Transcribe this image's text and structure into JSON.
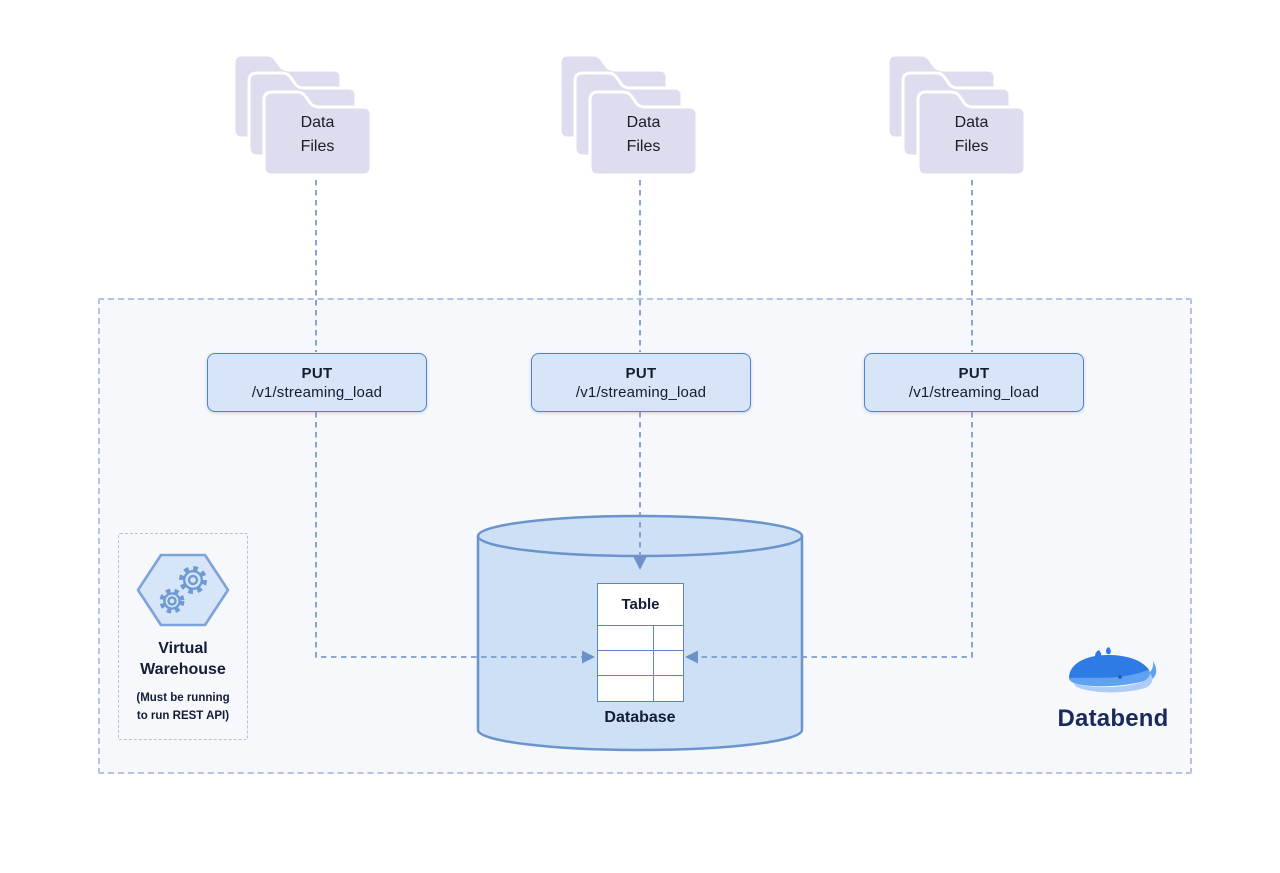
{
  "folders": [
    {
      "label": "Data\nFiles"
    },
    {
      "label": "Data\nFiles"
    },
    {
      "label": "Data\nFiles"
    }
  ],
  "endpoints": [
    {
      "method": "PUT",
      "path": "/v1/streaming_load"
    },
    {
      "method": "PUT",
      "path": "/v1/streaming_load"
    },
    {
      "method": "PUT",
      "path": "/v1/streaming_load"
    }
  ],
  "warehouse": {
    "title": "Virtual Warehouse",
    "note_lines": [
      "(Must be running",
      "to run REST API)"
    ]
  },
  "database": {
    "table_label": "Table",
    "database_label": "Database"
  },
  "brand": {
    "name": "Databend"
  },
  "colors": {
    "endpoint_border": "#4e82d2",
    "endpoint_fill": "#d8e4f8",
    "cylinder_fill": "#cde0f6",
    "cylinder_stroke": "#6b94cb",
    "connector": "#7b9cce",
    "folder_fill": "#dedcef",
    "zone_fill": "#f6f8fc",
    "zone_border": "#b5c4e4",
    "brand_navy": "#1b2a5e",
    "whale_blue": "#2e7be5"
  }
}
